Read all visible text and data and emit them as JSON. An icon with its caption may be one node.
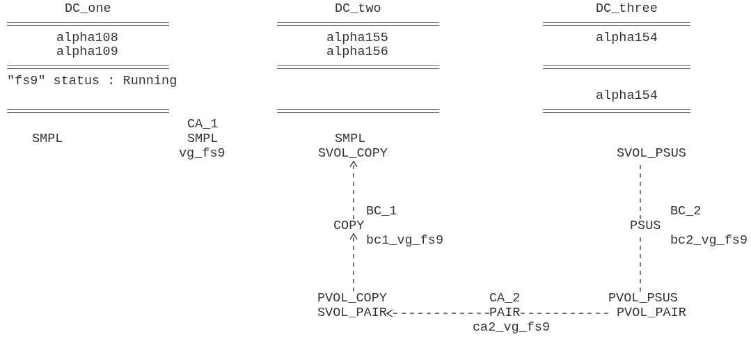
{
  "diagram": {
    "nodes": [
      {
        "text": [
          "SMPL",
          "SVOL_COPY"
        ]
      },
      {
        "text": [
          "COPY"
        ],
        "beside": [
          "BC_1",
          "bc1_vg_fs9"
        ]
      },
      {
        "text": [
          "PVOL_COPY",
          "SVOL_PAIR"
        ]
      },
      {
        "text": [
          "SVOL_PSUS"
        ]
      },
      {
        "text": [
          "PSUS"
        ],
        "beside": [
          "BC_2",
          "bc2_vg_fs9"
        ]
      },
      {
        "text": [
          "PVOL_PSUS",
          "PVOL_PAIR"
        ]
      },
      {
        "text": [
          "PAIR"
        ],
        "beside": [
          "CA_2",
          "ca2_vg_fs9"
        ]
      }
    ],
    "edges": [
      {
        "from": 2,
        "to": 1,
        "arrow": "to",
        "style": "dashed"
      },
      {
        "from": 1,
        "to": 0,
        "arrow": "to",
        "style": "dashed"
      },
      {
        "from": 5,
        "to": 4,
        "arrow": "none",
        "style": "dashed"
      },
      {
        "from": 4,
        "to": 3,
        "arrow": "none",
        "style": "dashed"
      },
      {
        "from": 6,
        "to": 2,
        "arrow": "to",
        "style": "dashed"
      },
      {
        "from": 5,
        "to": 6,
        "arrow": "none",
        "style": "dashed"
      }
    ],
    "labels": [
      "DC_one",
      "DC_two",
      "DC_three",
      "alpha108",
      "alpha155",
      "alpha154",
      "alpha109",
      "alpha156",
      "\"fs9\" status : Running",
      "alpha154",
      "CA_1",
      "SMPL",
      "SMPL",
      "vg_fs9"
    ]
  }
}
